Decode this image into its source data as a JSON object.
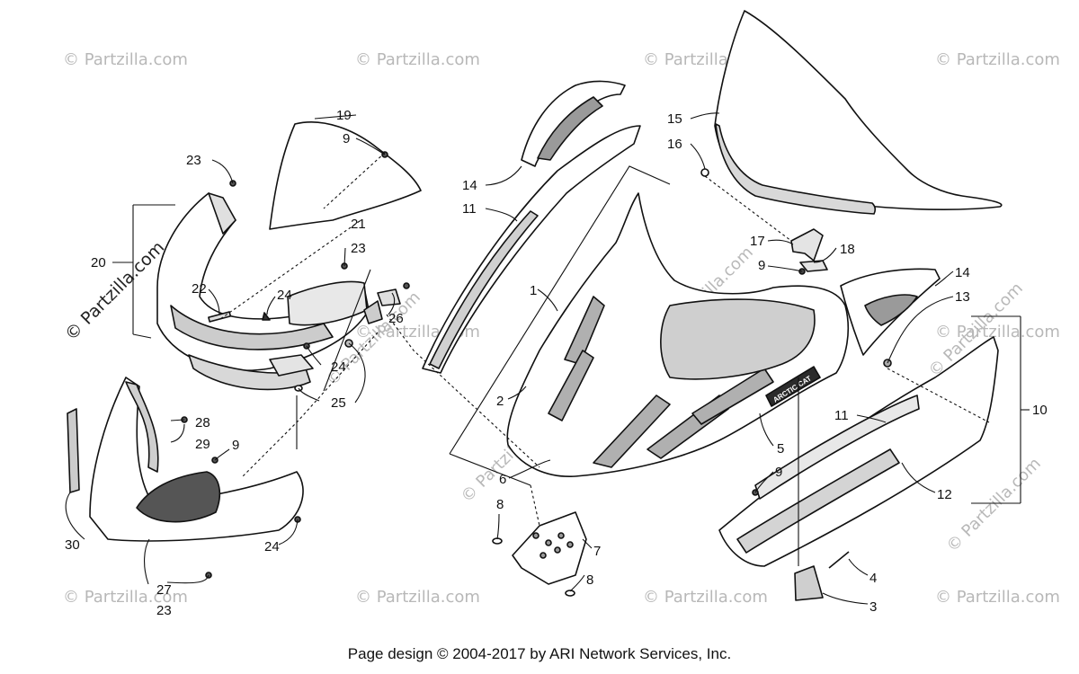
{
  "watermark": {
    "text": "© Partzilla.com",
    "diagonal_text": "© Partzilla.com"
  },
  "callouts": {
    "c1": "1",
    "c2": "2",
    "c3": "3",
    "c4": "4",
    "c5": "5",
    "c6": "6",
    "c7": "7",
    "c8a": "8",
    "c8b": "8",
    "c9a": "9",
    "c9b": "9",
    "c9c": "9",
    "c9d": "9",
    "c10": "10",
    "c11a": "11",
    "c11b": "11",
    "c12": "12",
    "c13": "13",
    "c14a": "14",
    "c14b": "14",
    "c15": "15",
    "c16": "16",
    "c17": "17",
    "c18": "18",
    "c19": "19",
    "c20": "20",
    "c21": "21",
    "c22": "22",
    "c23a": "23",
    "c23b": "23",
    "c23c": "23",
    "c24a": "24",
    "c24b": "24",
    "c24c": "24",
    "c25": "25",
    "c26": "26",
    "c27": "27",
    "c28": "28",
    "c29": "29",
    "c30": "30"
  },
  "hood_decal": "ARCTIC CAT",
  "footer": "Page design © 2004-2017 by ARI Network Services, Inc."
}
